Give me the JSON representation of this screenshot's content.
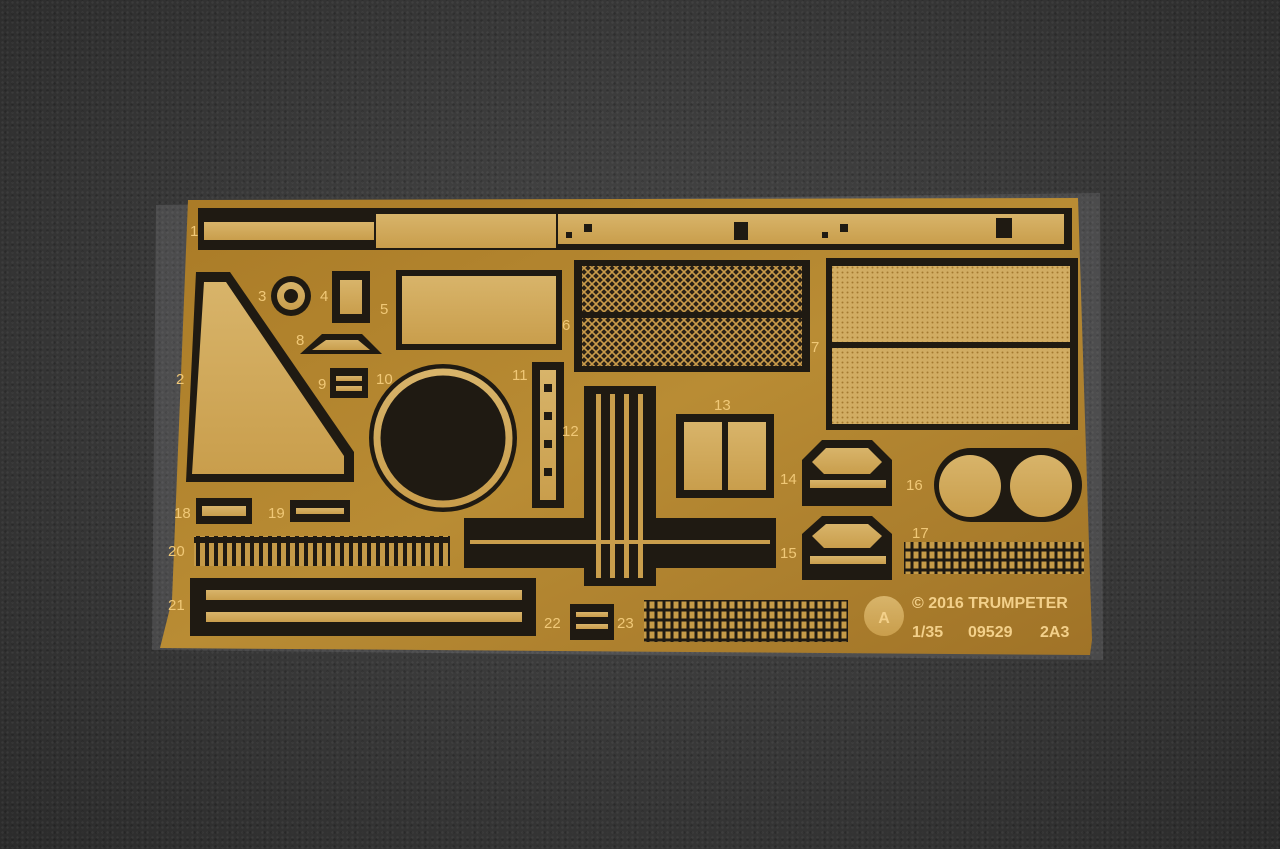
{
  "photo": {
    "subject": "photo-etched brass fret",
    "colors": {
      "brass": "#b8892f",
      "brass_light": "#d4ac5a",
      "etched": "#1f1a12",
      "background": "#3b3b3b",
      "label": "#f0c877"
    }
  },
  "part_numbers": [
    "1",
    "2",
    "3",
    "4",
    "5",
    "6",
    "7",
    "8",
    "9",
    "10",
    "11",
    "12",
    "13",
    "14",
    "15",
    "16",
    "17",
    "18",
    "19",
    "20",
    "21",
    "22",
    "23"
  ],
  "fret_letter": "A",
  "copyright_line": "© 2016  TRUMPETER",
  "scale": "1/35",
  "kit_number": "09529",
  "variant": "2A3"
}
